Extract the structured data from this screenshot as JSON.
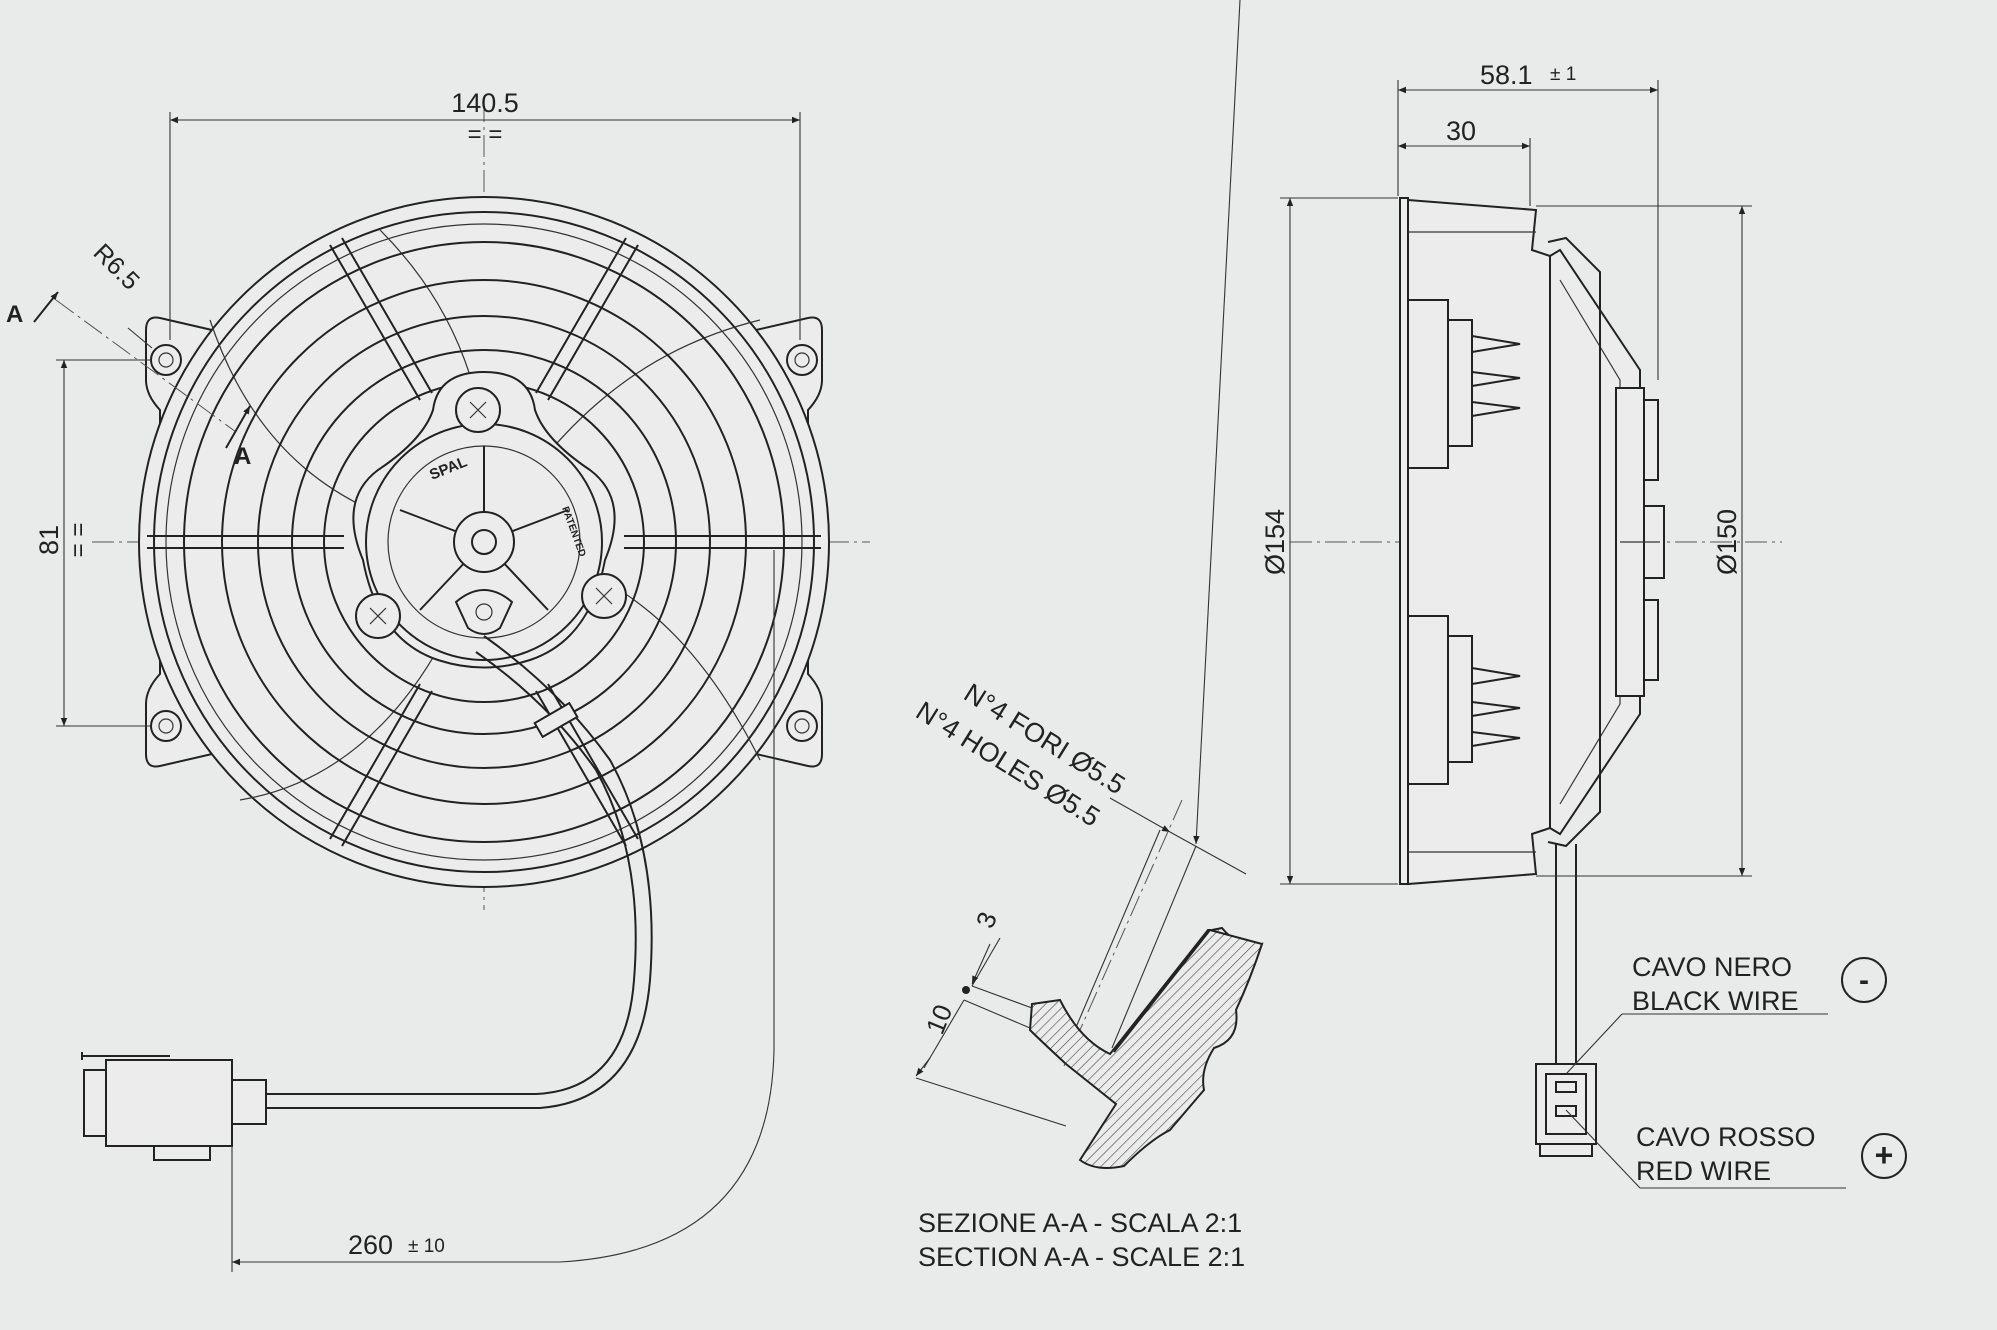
{
  "front_view": {
    "width_dim": "140.5",
    "width_sym": "= =",
    "height_dim": "81",
    "height_sym": "= =",
    "radius": "R6.5",
    "section_mark": "A",
    "cable_length": "260",
    "cable_tol": "± 10",
    "hub_brand": "SPAL",
    "hub_text": "PATENTED"
  },
  "side_view": {
    "overall_depth": "58.1",
    "overall_tol": "± 1",
    "mount_depth": "30",
    "outer_diameter": "Ø154",
    "inner_diameter": "Ø150"
  },
  "section": {
    "holes_it": "N°4 FORI Ø5.5",
    "holes_en": "N°4 HOLES Ø5.5",
    "dim_3": "3",
    "dim_10": "10",
    "title_it": "SEZIONE A-A - SCALA 2:1",
    "title_en": "SECTION A-A - SCALE 2:1"
  },
  "wires": {
    "black_it": "CAVO NERO",
    "black_en": "BLACK WIRE",
    "black_symbol": "-",
    "red_it": "CAVO ROSSO",
    "red_en": "RED WIRE",
    "red_symbol": "+"
  },
  "colors": {
    "background": "#e9eaea",
    "line": "#222222"
  }
}
